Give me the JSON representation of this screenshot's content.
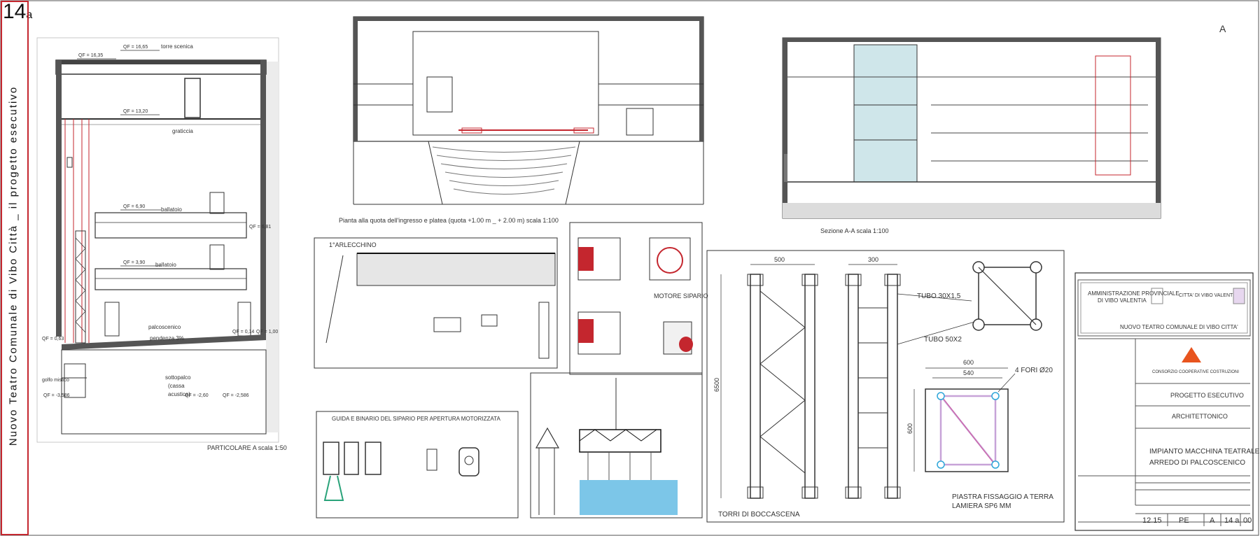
{
  "sheet": {
    "number": "14",
    "suffix": "a",
    "vertical_title": "Nuovo Teatro Comunale di Vibo Città _ il progetto esecutivo",
    "corner_letter": "A"
  },
  "particolare_a": {
    "caption": "PARTICOLARE A   scala 1:50",
    "labels": {
      "torre": "torre scenica",
      "graticcia": "graticcia",
      "ballatoio1": "ballatoio",
      "ballatoio2": "ballatoio",
      "palcoscenico": "palcoscenico",
      "pendenza": "pendenza 3%",
      "sottopalco": "sottopalco",
      "cassa": "(cassa",
      "acustica": "acustica)",
      "golfo": "golfo mistico"
    },
    "quotes": {
      "q1655": "QF = 16,65",
      "q1635": "QF = 16,35",
      "q1320": "QF = 13,20",
      "q690": "QF = 6,90",
      "q681": "QF = 6,81",
      "q390": "QF = 3,90",
      "q063": "QF = 0,63",
      "q014": "QF = 0,14",
      "q100": "QF = 1,00",
      "q260": "QF = -2,60",
      "q2586": "QF = -2,586",
      "q3586": "QF = -3,586"
    }
  },
  "pianta": {
    "caption": "Pianta alla quota dell'ingresso e platea (quota +1.00 m _ + 2.00 m) scala 1:100"
  },
  "sezione": {
    "caption": "Sezione A-A  scala 1:100"
  },
  "arlecchino": {
    "title": "1°ARLECCHINO"
  },
  "motore": {
    "title": "MOTORE SIPARIO"
  },
  "guida": {
    "title": "GUIDA E BINARIO DEL SIPARIO PER APERTURA MOTORIZZATA"
  },
  "torri": {
    "title": "TORRI DI BOCCASCENA",
    "dim500": "500",
    "dim300": "300",
    "dim6500": "6500",
    "tubo1": "TUBO 30X1,5",
    "tubo2": "TUBO 50X2",
    "dim600a": "600",
    "dim540": "540",
    "dim600b": "600",
    "fori": "4 FORI Ø20",
    "piastra1": "PIASTRA FISSAGGIO A TERRA",
    "piastra2": "LAMIERA SP6 MM"
  },
  "titleblock": {
    "admin1": "AMMINISTRAZIONE PROVINCIALE",
    "admin2": "DI VIBO VALENTIA",
    "city1": "CITTA' DI VIBO VALENTIA",
    "project_name": "NUOVO TEATRO COMUNALE DI VIBO CITTA'",
    "company": "CONSORZIO COOPERATIVE COSTRUZIONI",
    "phase": "PROGETTO ESECUTIVO",
    "discipline": "ARCHITETTONICO",
    "drawing1": "IMPIANTO MACCHINA TEATRALE",
    "drawing2": "ARREDO DI PALCOSCENICO",
    "code1": "12.15",
    "code2": "PE",
    "code3": "A",
    "code4": "14 a",
    "code5": "00"
  },
  "colors": {
    "accent": "#c4262e",
    "line": "#333333",
    "glass": "#cfe6ea",
    "water": "#7cc6e8"
  }
}
